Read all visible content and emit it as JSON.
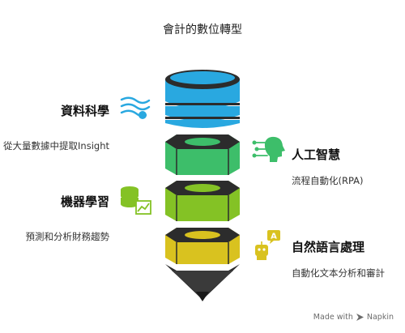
{
  "title": "會計的數位轉型",
  "layers": [
    {
      "name": "資料科學",
      "desc": "從大量數據中提取Insight",
      "color": "#29a8e0",
      "side": "left",
      "icon": "data-stream-icon"
    },
    {
      "name": "人工智慧",
      "desc": "流程自動化(RPA)",
      "color": "#3dbe6a",
      "side": "right",
      "icon": "ai-head-icon"
    },
    {
      "name": "機器學習",
      "desc": "預測和分析財務趨勢",
      "color": "#84c225",
      "side": "left",
      "icon": "database-chart-icon"
    },
    {
      "name": "自然語言處理",
      "desc": "自動化文本分析和審計",
      "color": "#d9c21f",
      "side": "right",
      "icon": "robot-chat-icon"
    }
  ],
  "colors": {
    "dark": "#2c2c2c",
    "tip": "#3a3a3a"
  },
  "credit": {
    "made_with": "Made with",
    "brand": "Napkin"
  }
}
